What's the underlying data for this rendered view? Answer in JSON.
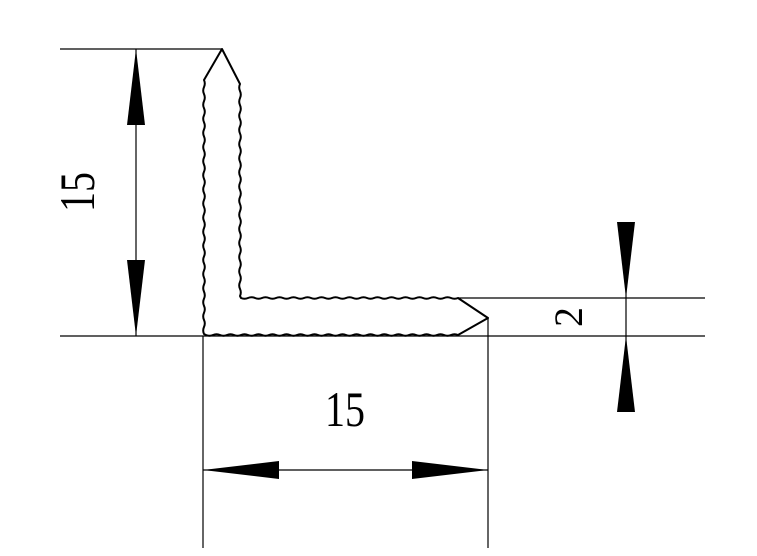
{
  "dimensions": {
    "height_value": "15",
    "width_value": "15",
    "thickness_value": "2"
  },
  "colors": {
    "line": "#000000",
    "background": "#ffffff"
  }
}
